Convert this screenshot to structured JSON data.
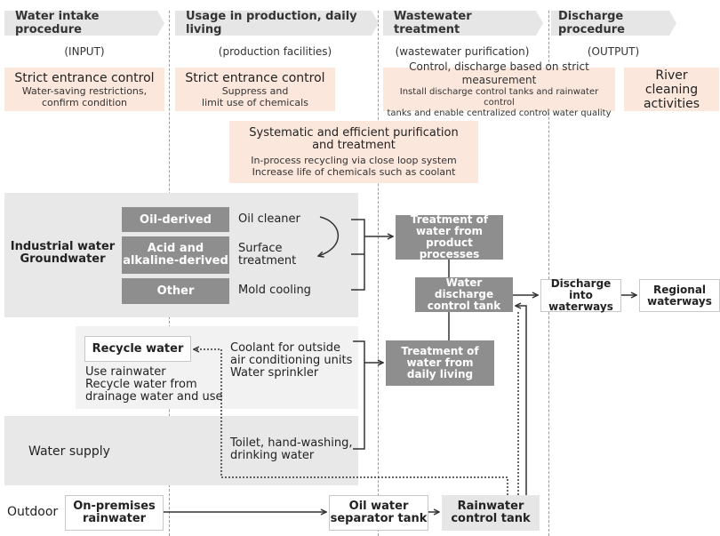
{
  "phases": [
    {
      "title": "Water intake procedure",
      "sub": "(INPUT)"
    },
    {
      "title": "Usage in production, daily living",
      "sub": "(production facilities)"
    },
    {
      "title": "Wastewater treatment",
      "sub": "(wastewater purification)"
    },
    {
      "title": "Discharge procedure",
      "sub": "(OUTPUT)"
    }
  ],
  "policies": {
    "intake": {
      "heading": "Strict entrance control",
      "line1": "Water-saving restrictions,",
      "line2": "confirm condition"
    },
    "usage": {
      "heading": "Strict entrance control",
      "line1": "Suppress and",
      "line2": "limit use of chemicals"
    },
    "treatment": {
      "heading": "Control, discharge based on strict measurement",
      "line1": "Install discharge control tanks and rainwater control",
      "line2": "tanks and enable centralized control water quality"
    },
    "discharge": {
      "heading": "River cleaning activities"
    },
    "systematic": {
      "heading1": "Systematic and efficient purification",
      "heading2": "and treatment",
      "line1": "In-process recycling via close loop system",
      "line2": "Increase life of chemicals such as coolant"
    }
  },
  "sources": {
    "industrial": {
      "line1": "Industrial water",
      "line2": "Groundwater"
    },
    "water_supply": "Water supply",
    "outdoor": "Outdoor"
  },
  "categories": {
    "oil": "Oil-derived",
    "acid_line1": "Acid and",
    "acid_line2": "alkaline-derived",
    "other": "Other"
  },
  "uses": {
    "oil_cleaner": "Oil cleaner",
    "surface_line1": "Surface",
    "surface_line2": "treatment",
    "mold": "Mold cooling",
    "coolant_line1": "Coolant for outside",
    "coolant_line2": "air conditioning units",
    "coolant_line3": "Water sprinkler",
    "toilet_line1": "Toilet, hand-washing,",
    "toilet_line2": "drinking water"
  },
  "recycle": {
    "title": "Recycle water",
    "line1": "Use rainwater",
    "line2": "Recycle water from",
    "line3": "drainage water and use"
  },
  "nodes": {
    "product_treatment": {
      "line1": "Treatment of",
      "line2": "water from",
      "line3": "product processes"
    },
    "discharge_tank": {
      "line1": "Water discharge",
      "line2": "control tank"
    },
    "daily_treatment": {
      "line1": "Treatment of",
      "line2": "water from",
      "line3": "daily living"
    },
    "discharge_waterways": {
      "line1": "Discharge into",
      "line2": "waterways"
    },
    "regional": {
      "line1": "Regional",
      "line2": "waterways"
    },
    "rainwater": {
      "line1": "On-premises",
      "line2": "rainwater"
    },
    "oil_separator": {
      "line1": "Oil water",
      "line2": "separator tank"
    },
    "rain_tank": {
      "line1": "Rainwater",
      "line2": "control tank"
    }
  },
  "colors": {
    "phase_bg": "#e6e6e6",
    "policy_bg": "#fbe7dc",
    "node_dark": "#8e8e8e",
    "panel_grey": "#e8e8e8",
    "panel_light": "#f2f2f2"
  }
}
